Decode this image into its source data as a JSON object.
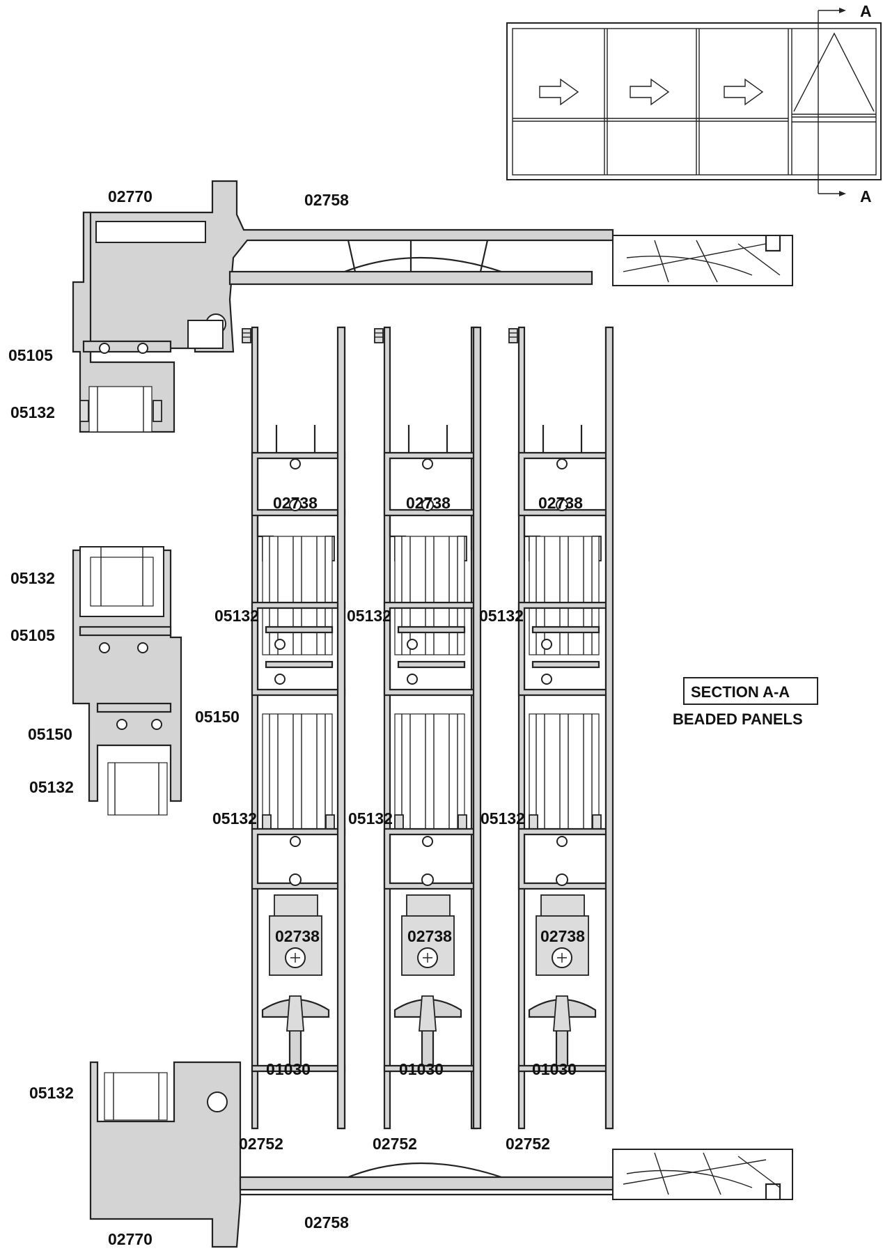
{
  "labels": {
    "frame_top": "02770",
    "frame_top_sub": "02758",
    "frame_bottom": "02770",
    "frame_bottom_sub": "02758",
    "left_top_1": "05105",
    "left_top_2": "05132",
    "left_mid_1": "05132",
    "left_mid_2": "05105",
    "left_mid_3": "05150",
    "left_mid_4": "05132",
    "left_bot_1": "05132",
    "sash_rail": "02738",
    "bead": "05132",
    "mullion": "05150",
    "roller": "01030",
    "track": "02752"
  },
  "section": {
    "title": "SECTION A-A",
    "subtitle": "BEADED PANELS",
    "marker": "A"
  }
}
